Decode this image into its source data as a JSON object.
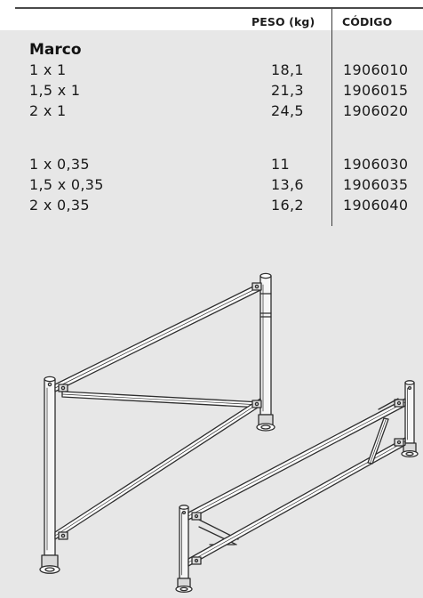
{
  "table": {
    "headers": {
      "weight": "PESO (kg)",
      "code": "CÓDIGO"
    },
    "section_title": "Marco",
    "rows": [
      {
        "size": "1 x 1",
        "weight": "18,1",
        "code": "1906010"
      },
      {
        "size": "1,5 x 1",
        "weight": "21,3",
        "code": "1906015"
      },
      {
        "size": "2 x 1",
        "weight": "24,5",
        "code": "1906020"
      },
      {
        "size": "1 x 0,35",
        "weight": "11",
        "code": "1906030"
      },
      {
        "size": "1,5 x 0,35",
        "weight": "13,6",
        "code": "1906035"
      },
      {
        "size": "2 x 0,35",
        "weight": "16,2",
        "code": "1906040"
      }
    ]
  },
  "colors": {
    "panel_background": "#e7e7e7",
    "header_background": "#ffffff",
    "text": "#1a1a1a",
    "line": "#3c3c3c"
  },
  "illustration": {
    "subject": "scaffold-frame-drawings",
    "items": [
      "tall-frame",
      "low-frame"
    ]
  }
}
